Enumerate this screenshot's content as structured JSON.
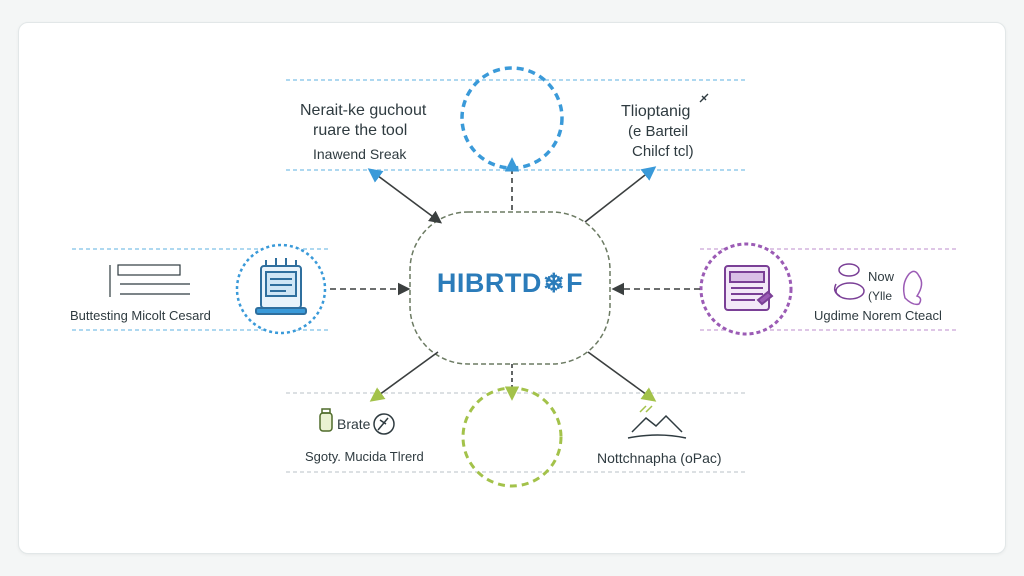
{
  "colors": {
    "blue": "#3a9ad9",
    "purple": "#9b5bb5",
    "green": "#a3c24a",
    "connector": "#3b3f3f",
    "center_border": "#6b7a62",
    "title": "#2b7cba"
  },
  "center": {
    "title_left": "HIBRTD",
    "title_icon": "snowflake-icon",
    "title_right": "F"
  },
  "nodes": {
    "top_left": {
      "lines": [
        "Nerait-ke guchout",
        "ruare the tool",
        "Inawend Sreak"
      ]
    },
    "top_right": {
      "lines": [
        "Tlioptanig",
        "(e Barteil",
        "Chilcf tcl)"
      ]
    },
    "left": {
      "label": "Buttesting Micolt Cesard",
      "icon": "monitor-icon"
    },
    "right": {
      "label": "Ugdime Norem Cteacl",
      "icon": "document-icon",
      "side_text": [
        "Now",
        "(Ylle"
      ]
    },
    "bottom_left": {
      "title": "Brate",
      "label": "Sgoty. Mucida Tlrerd"
    },
    "bottom_right": {
      "label": "Nottchnapha (oPac)",
      "icon": "landscape-icon"
    }
  }
}
